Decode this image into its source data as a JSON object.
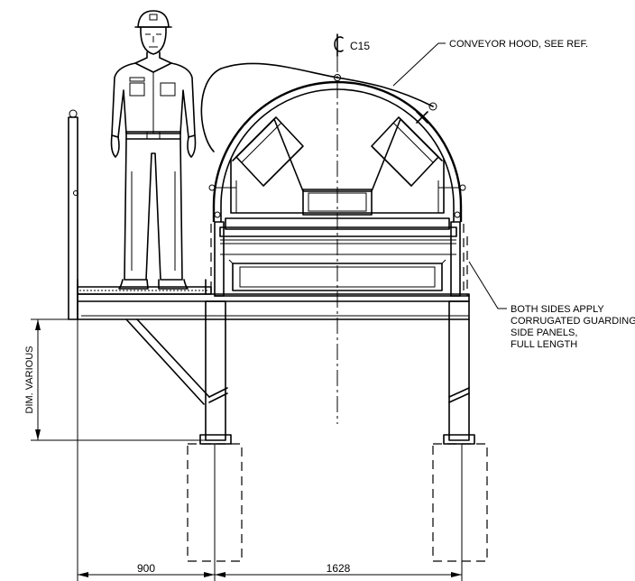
{
  "labels": {
    "centerline_tag": "C15",
    "hood_note": "CONVEYOR HOOD, SEE REF.",
    "guard_note": [
      "BOTH SIDES APPLY",
      "CORRUGATED GUARDING",
      "SIDE PANELS,",
      "FULL LENGTH"
    ],
    "vertical_dim": "DIM. VARIOUS",
    "dim_walkway": "900",
    "dim_conveyor": "1628"
  },
  "centerline_symbol": "centerline-symbol"
}
